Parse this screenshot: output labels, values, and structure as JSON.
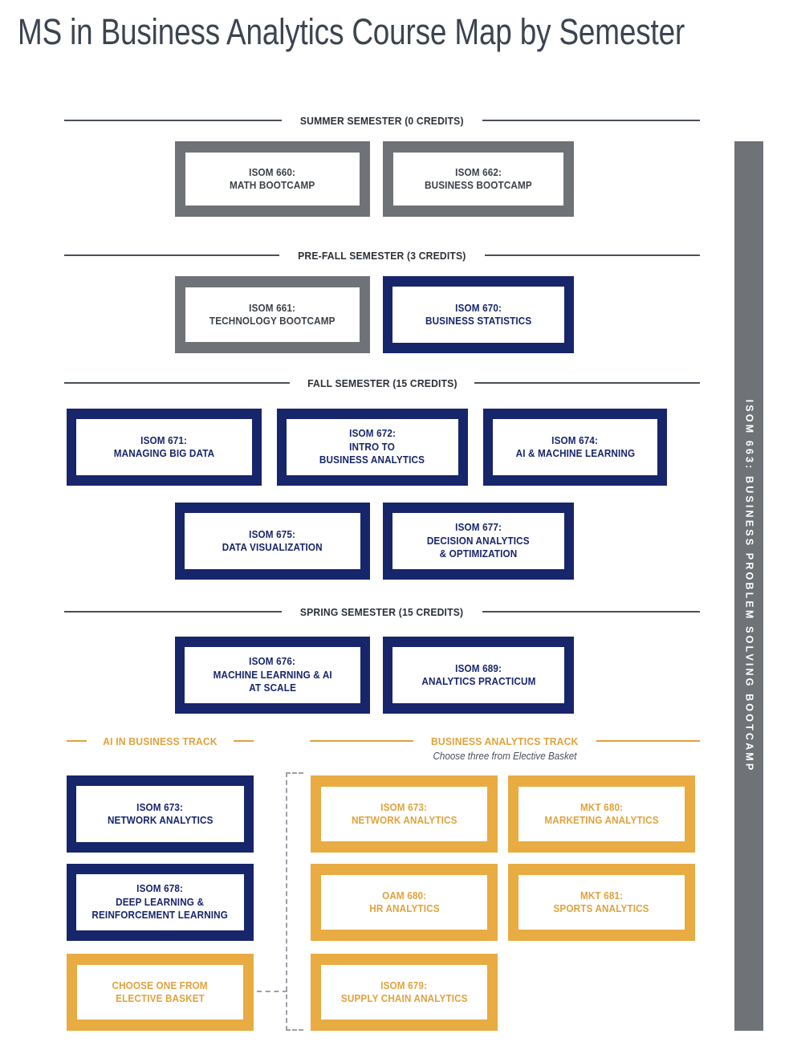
{
  "page": {
    "title": "MS in Business Analytics Course Map by Semester",
    "background": "#ffffff"
  },
  "colors": {
    "navy": "#17256b",
    "gold": "#e8ac43",
    "gold_text": "#e0a23c",
    "gray": "#6f7277",
    "dark_text": "#2b3036",
    "rule": "#4a4f57",
    "dashed": "#9aa0a6"
  },
  "sidebar": {
    "label": "ISOM 663: BUSINESS PROBLEM SOLVING BOOTCAMP",
    "color": "#6f7277"
  },
  "sections": [
    {
      "id": "summer",
      "header": "SUMMER SEMESTER (0 CREDITS)",
      "credits": 0,
      "rows": [
        {
          "courses": [
            {
              "code": "ISOM 660:",
              "name": "MATH BOOTCAMP",
              "style": "gray"
            },
            {
              "code": "ISOM 662:",
              "name": "BUSINESS BOOTCAMP",
              "style": "gray"
            }
          ]
        }
      ]
    },
    {
      "id": "pre-fall",
      "header": "PRE-FALL SEMESTER (3 CREDITS)",
      "credits": 3,
      "rows": [
        {
          "courses": [
            {
              "code": "ISOM 661:",
              "name": "TECHNOLOGY BOOTCAMP",
              "style": "gray"
            },
            {
              "code": "ISOM 670:",
              "name": "BUSINESS STATISTICS",
              "style": "navy"
            }
          ]
        }
      ]
    },
    {
      "id": "fall",
      "header": "FALL SEMESTER (15 CREDITS)",
      "credits": 15,
      "rows": [
        {
          "courses": [
            {
              "code": "ISOM 671:",
              "name": "MANAGING BIG DATA",
              "style": "navy"
            },
            {
              "code": "ISOM 672:",
              "name": "INTRO TO",
              "name2": "BUSINESS ANALYTICS",
              "style": "navy"
            },
            {
              "code": "ISOM 674:",
              "name": "AI & MACHINE LEARNING",
              "style": "navy"
            }
          ]
        },
        {
          "courses": [
            {
              "code": "ISOM 675:",
              "name": "DATA VISUALIZATION",
              "style": "navy"
            },
            {
              "code": "ISOM 677:",
              "name": "DECISION ANALYTICS",
              "name2": "& OPTIMIZATION",
              "style": "navy"
            }
          ]
        }
      ]
    },
    {
      "id": "spring",
      "header": "SPRING SEMESTER (15 CREDITS)",
      "credits": 15,
      "rows": [
        {
          "courses": [
            {
              "code": "ISOM 676:",
              "name": "MACHINE LEARNING & AI",
              "name2": "AT SCALE",
              "style": "navy"
            },
            {
              "code": "ISOM 689:",
              "name": "ANALYTICS PRACTICUM",
              "style": "navy"
            }
          ]
        }
      ]
    }
  ],
  "tracks": {
    "ai_track": {
      "header": "AI IN BUSINESS TRACK",
      "courses": [
        {
          "code": "ISOM 673:",
          "name": "NETWORK ANALYTICS",
          "style": "navy"
        },
        {
          "code": "ISOM 678:",
          "name": "DEEP LEARNING &",
          "name2": "REINFORCEMENT LEARNING",
          "style": "navy"
        },
        {
          "code": "CHOOSE ONE FROM",
          "name": "ELECTIVE BASKET",
          "style": "gold"
        }
      ]
    },
    "ba_track": {
      "header": "BUSINESS ANALYTICS TRACK",
      "subnote": "Choose three from Elective Basket",
      "courses": [
        {
          "code": "ISOM 673:",
          "name": "NETWORK ANALYTICS",
          "style": "gold"
        },
        {
          "code": "MKT 680:",
          "name": "MARKETING ANALYTICS",
          "style": "gold"
        },
        {
          "code": "OAM 680:",
          "name": "HR ANALYTICS",
          "style": "gold"
        },
        {
          "code": "MKT 681:",
          "name": "SPORTS ANALYTICS",
          "style": "gold"
        },
        {
          "code": "ISOM 679:",
          "name": "SUPPLY CHAIN ANALYTICS",
          "style": "gold"
        }
      ]
    }
  }
}
